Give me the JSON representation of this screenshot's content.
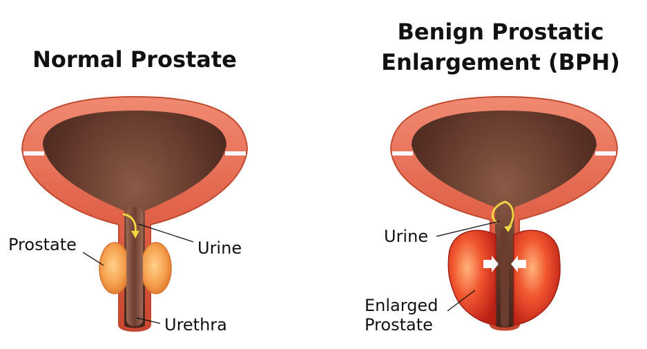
{
  "titles": {
    "normal": "Normal Prostate",
    "bph_line1": "Benign Prostatic",
    "bph_line2": "Enlargement (BPH)"
  },
  "labels": {
    "prostate": "Prostate",
    "urine_left": "Urine",
    "urethra": "Urethra",
    "urine_right": "Urine",
    "enlarged_line1": "Enlarged",
    "enlarged_line2": "Prostate"
  },
  "colors": {
    "bladder_wall": "#e8705a",
    "bladder_interior": "#5e3628",
    "prostate_normal": "#f4a04a",
    "prostate_enlarged": "#e8402e",
    "urine_arrow": "#f2d640"
  }
}
